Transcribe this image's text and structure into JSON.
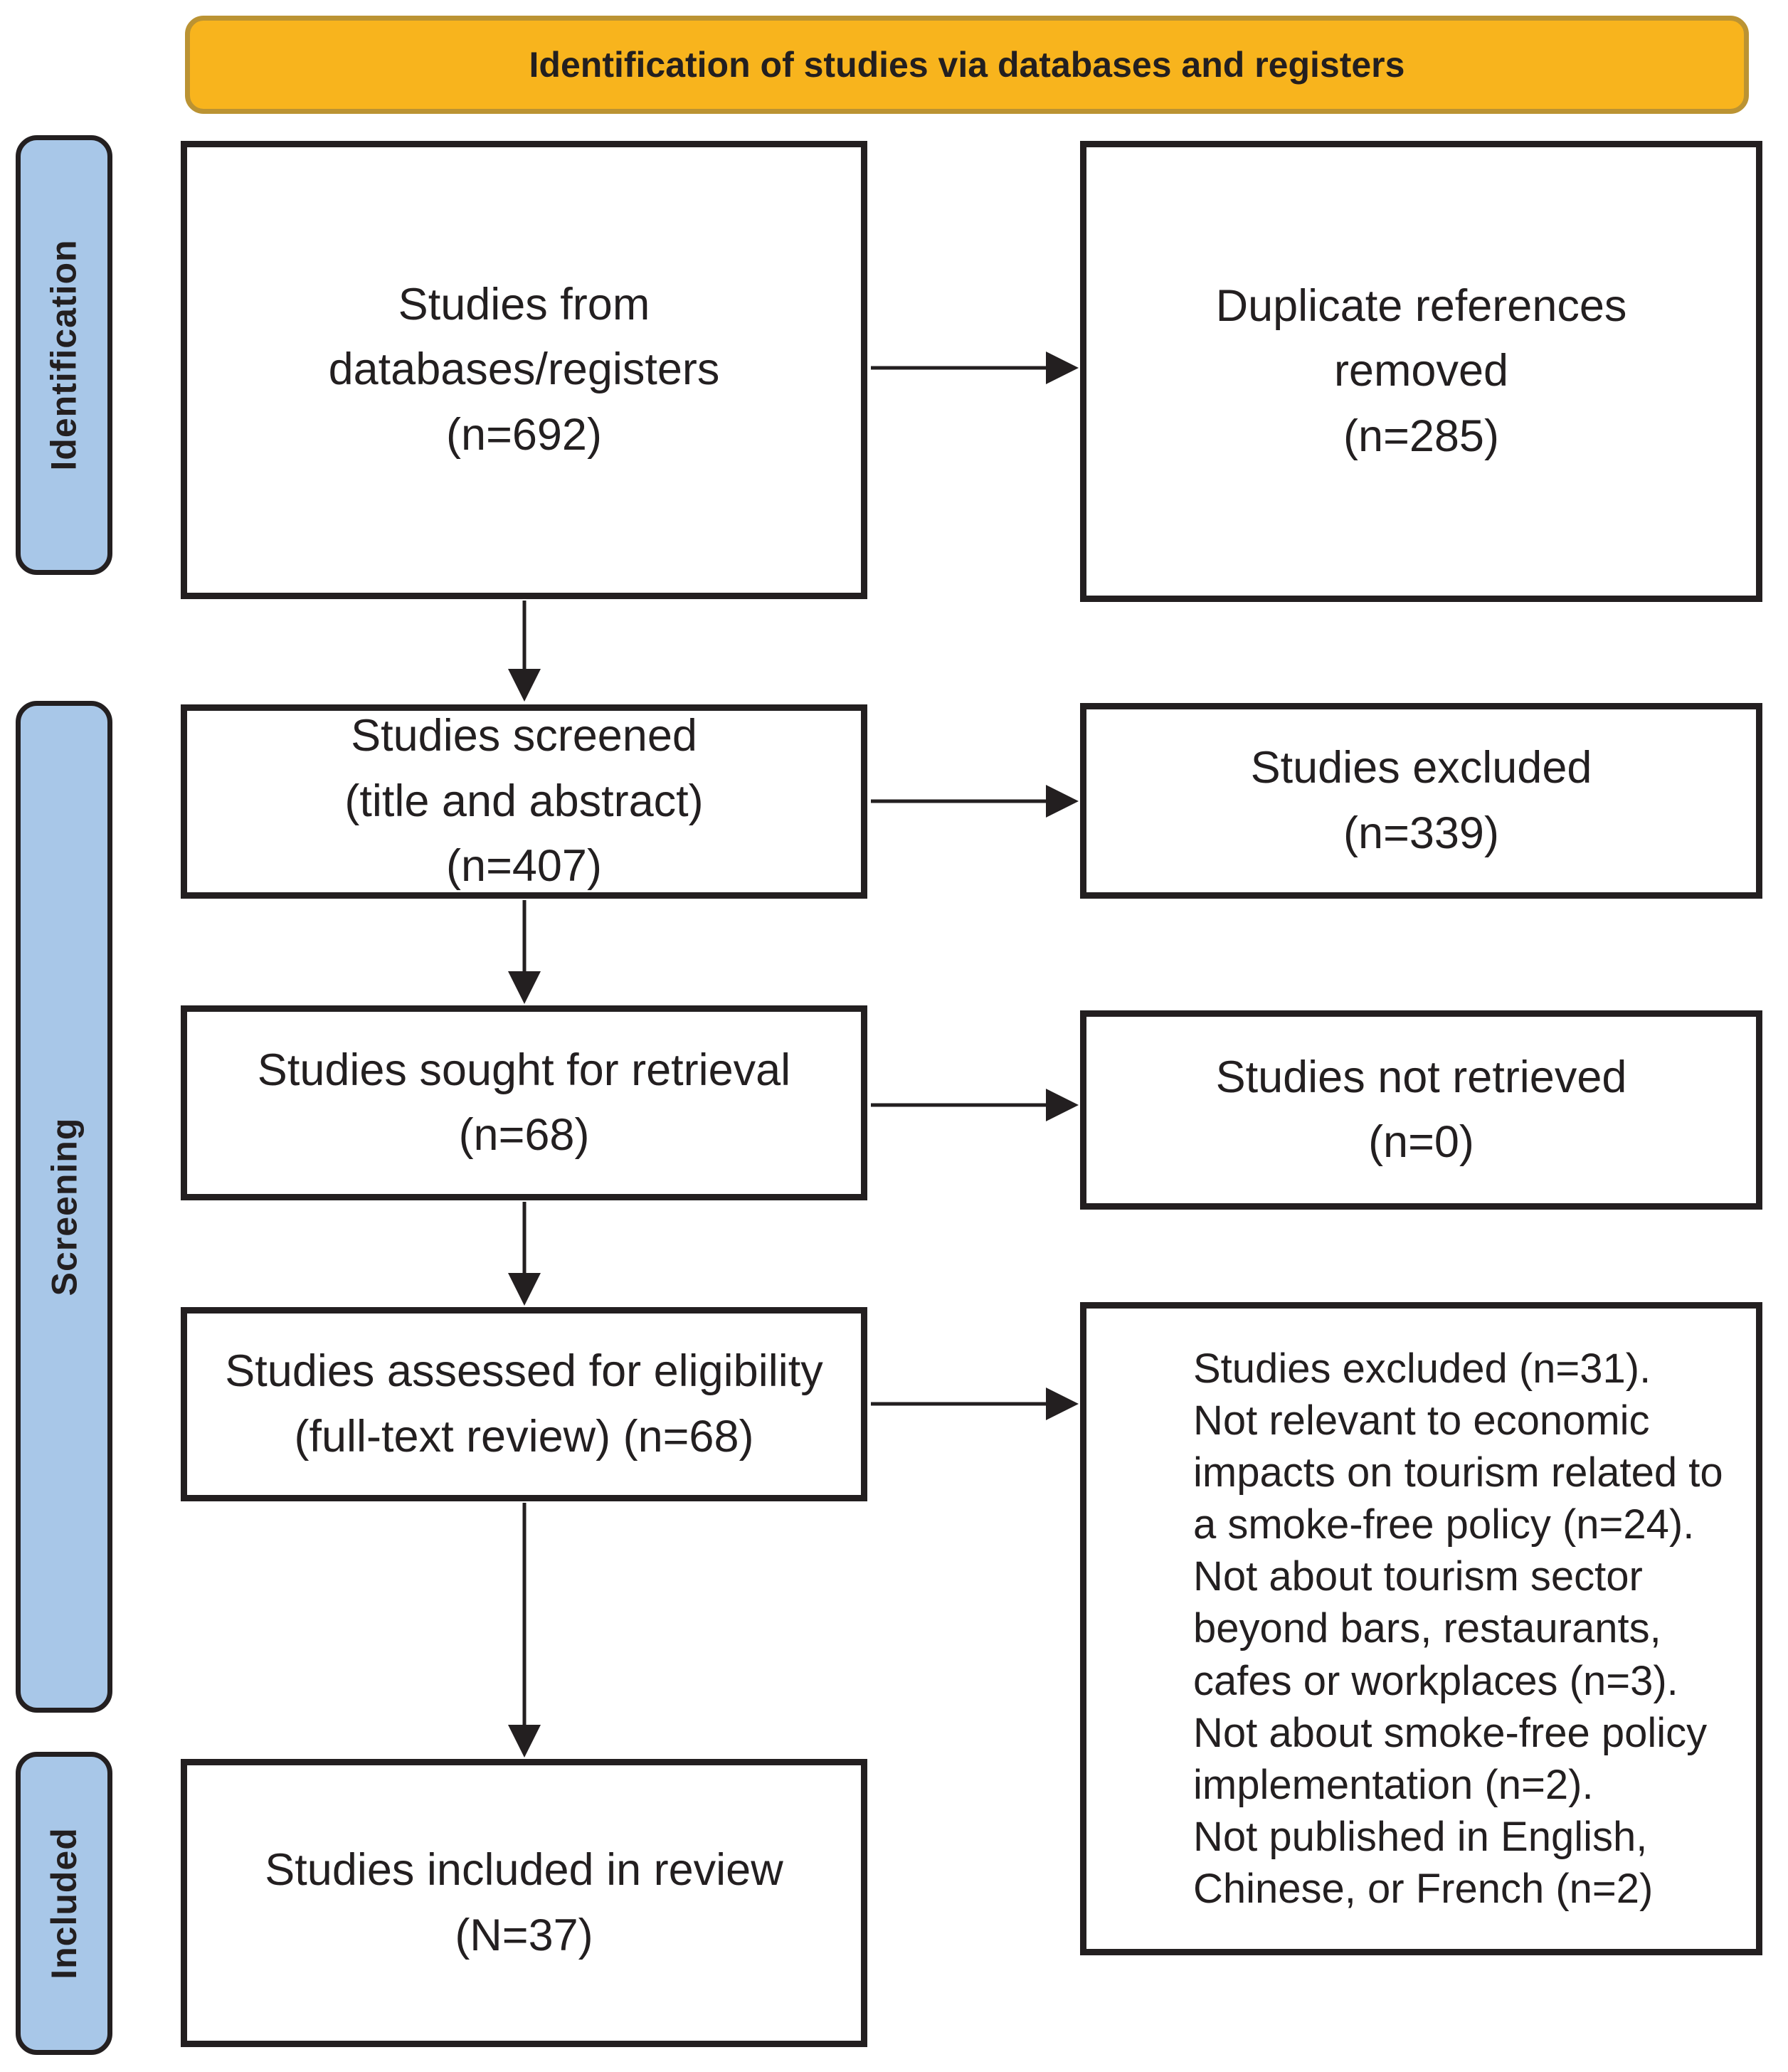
{
  "banner": {
    "label": "Identification of studies via databases and registers"
  },
  "sidebar": {
    "stages": [
      {
        "label": "Identification"
      },
      {
        "label": "Screening"
      },
      {
        "label": "Included"
      }
    ]
  },
  "flow": {
    "left": [
      {
        "text": "Studies from\ndatabases/registers\n(n=692)"
      },
      {
        "text": "Studies screened\n(title and abstract)\n(n=407)"
      },
      {
        "text": "Studies sought for retrieval\n(n=68)"
      },
      {
        "text": "Studies assessed for eligibility\n(full-text review) (n=68)"
      },
      {
        "text": "Studies included in review\n(N=37)"
      }
    ],
    "right": [
      {
        "text": "Duplicate references\nremoved\n(n=285)"
      },
      {
        "text": "Studies excluded\n(n=339)"
      },
      {
        "text": "Studies not retrieved\n(n=0)"
      },
      {
        "text": "Studies excluded (n=31).\nNot relevant to economic\nimpacts on tourism related to\na smoke-free policy (n=24).\nNot about tourism sector\nbeyond bars, restaurants,\ncafes or workplaces (n=3).\nNot about smoke-free policy\nimplementation (n=2).\nNot published in English,\nChinese, or French (n=2)"
      }
    ]
  },
  "colors": {
    "banner_fill": "#F8B41D",
    "banner_border": "#BB9333",
    "stage_fill": "#A8C7E8",
    "ink": "#231F20"
  }
}
